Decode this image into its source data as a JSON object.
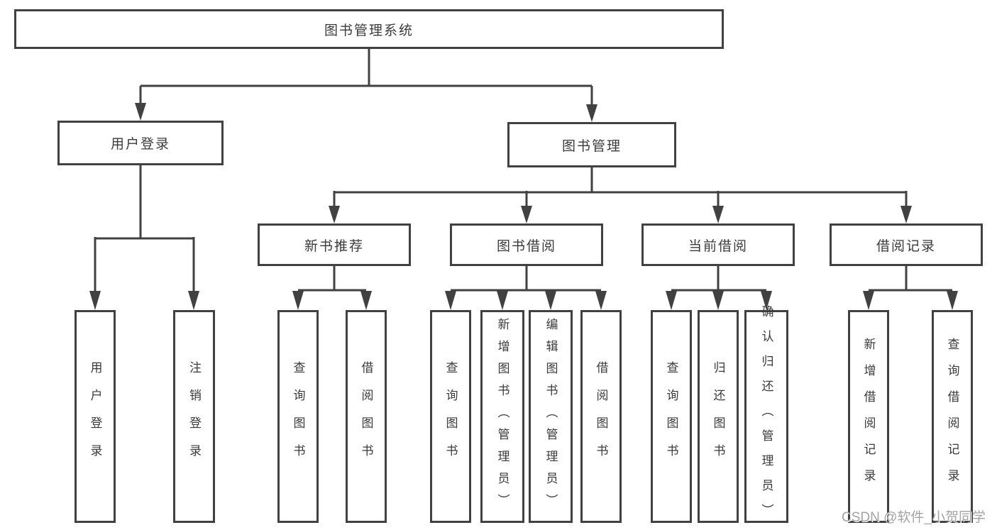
{
  "title": "图书管理系统",
  "watermark": "CSDN @软件_小贺同学",
  "colors": {
    "line": "#414141",
    "box_border": "#414141",
    "text": "#3a3a3a",
    "watermark": "#a3a3a3",
    "background": "#ffffff"
  },
  "tree": {
    "label": "图书管理系统",
    "children": [
      {
        "label": "用户登录",
        "children": [
          {
            "label": "用户登录"
          },
          {
            "label": "注销登录"
          }
        ]
      },
      {
        "label": "图书管理",
        "children": [
          {
            "label": "新书推荐",
            "children": [
              {
                "label": "查询图书"
              },
              {
                "label": "借阅图书"
              }
            ]
          },
          {
            "label": "图书借阅",
            "children": [
              {
                "label": "查询图书"
              },
              {
                "label": "新增图书（管理员）"
              },
              {
                "label": "编辑图书（管理员）"
              },
              {
                "label": "借阅图书"
              }
            ]
          },
          {
            "label": "当前借阅",
            "children": [
              {
                "label": "查询图书"
              },
              {
                "label": "归还图书"
              },
              {
                "label": "确认归还（管理员）"
              }
            ]
          },
          {
            "label": "借阅记录",
            "children": [
              {
                "label": "新增借阅记录"
              },
              {
                "label": "查询借阅记录"
              }
            ]
          }
        ]
      }
    ]
  }
}
